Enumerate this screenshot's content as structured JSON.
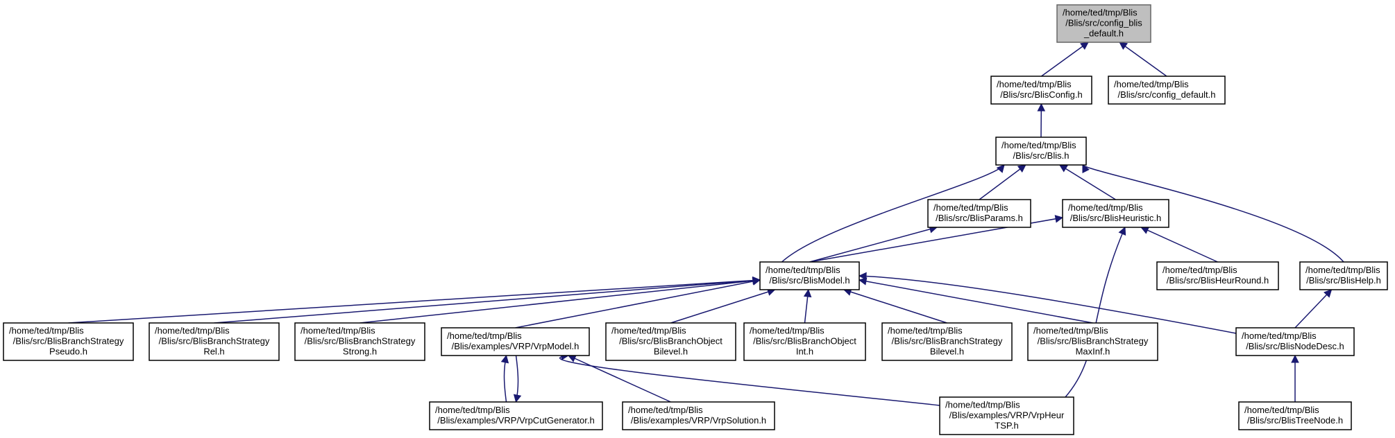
{
  "colors": {
    "edge": "#191970",
    "root_fill": "#bfbfbf",
    "node_fill": "#ffffff",
    "node_border": "#000000"
  },
  "nodes": [
    {
      "id": "config_bis_default",
      "lines": [
        "/home/ted/tmp/Blis",
        "/Blis/src/config_blis",
        "_default.h"
      ],
      "root": true
    },
    {
      "id": "BlisConfig",
      "lines": [
        "/home/ted/tmp/Blis",
        "/Blis/src/BlisConfig.h"
      ]
    },
    {
      "id": "config_default",
      "lines": [
        "/home/ted/tmp/Blis",
        "/Blis/src/config_default.h"
      ]
    },
    {
      "id": "Blis",
      "lines": [
        "/home/ted/tmp/Blis",
        "/Blis/src/Blis.h"
      ]
    },
    {
      "id": "BlisParams",
      "lines": [
        "/home/ted/tmp/Blis",
        "/Blis/src/BlisParams.h"
      ]
    },
    {
      "id": "BlisHeuristic",
      "lines": [
        "/home/ted/tmp/Blis",
        "/Blis/src/BlisHeuristic.h"
      ]
    },
    {
      "id": "BlisModel",
      "lines": [
        "/home/ted/tmp/Blis",
        "/Blis/src/BlisModel.h"
      ]
    },
    {
      "id": "BlisHeurRound",
      "lines": [
        "/home/ted/tmp/Blis",
        "/Blis/src/BlisHeurRound.h"
      ]
    },
    {
      "id": "BlisHelp",
      "lines": [
        "/home/ted/tmp/Blis",
        "/Blis/src/BlisHelp.h"
      ]
    },
    {
      "id": "BranchPseudo",
      "lines": [
        "/home/ted/tmp/Blis",
        "/Blis/src/BlisBranchStrategy",
        "Pseudo.h"
      ]
    },
    {
      "id": "BranchRel",
      "lines": [
        "/home/ted/tmp/Blis",
        "/Blis/src/BlisBranchStrategy",
        "Rel.h"
      ]
    },
    {
      "id": "BranchStrong",
      "lines": [
        "/home/ted/tmp/Blis",
        "/Blis/src/BlisBranchStrategy",
        "Strong.h"
      ]
    },
    {
      "id": "VrpModel",
      "lines": [
        "/home/ted/tmp/Blis",
        "/Blis/examples/VRP/VrpModel.h"
      ]
    },
    {
      "id": "ObjBilevel",
      "lines": [
        "/home/ted/tmp/Blis",
        "/Blis/src/BlisBranchObject",
        "Bilevel.h"
      ]
    },
    {
      "id": "ObjInt",
      "lines": [
        "/home/ted/tmp/Blis",
        "/Blis/src/BlisBranchObject",
        "Int.h"
      ]
    },
    {
      "id": "StratBilevel",
      "lines": [
        "/home/ted/tmp/Blis",
        "/Blis/src/BlisBranchStrategy",
        "Bilevel.h"
      ]
    },
    {
      "id": "StratMaxInf",
      "lines": [
        "/home/ted/tmp/Blis",
        "/Blis/src/BlisBranchStrategy",
        "MaxInf.h"
      ]
    },
    {
      "id": "NodeDesc",
      "lines": [
        "/home/ted/tmp/Blis",
        "/Blis/src/BlisNodeDesc.h"
      ]
    },
    {
      "id": "VrpCutGen",
      "lines": [
        "/home/ted/tmp/Blis",
        "/Blis/examples/VRP/VrpCutGenerator.h"
      ]
    },
    {
      "id": "VrpSolution",
      "lines": [
        "/home/ted/tmp/Blis",
        "/Blis/examples/VRP/VrpSolution.h"
      ]
    },
    {
      "id": "VrpHeurTSP",
      "lines": [
        "/home/ted/tmp/Blis",
        "/Blis/examples/VRP/VrpHeur",
        "TSP.h"
      ]
    },
    {
      "id": "TreeNode",
      "lines": [
        "/home/ted/tmp/Blis",
        "/Blis/src/BlisTreeNode.h"
      ]
    }
  ],
  "edges": [
    [
      "BlisConfig",
      "config_bis_default"
    ],
    [
      "config_default",
      "config_bis_default"
    ],
    [
      "Blis",
      "BlisConfig"
    ],
    [
      "BlisParams",
      "Blis"
    ],
    [
      "BlisHeuristic",
      "Blis"
    ],
    [
      "BlisModel",
      "Blis"
    ],
    [
      "BlisHelp",
      "Blis"
    ],
    [
      "BlisModel",
      "BlisParams"
    ],
    [
      "BlisModel",
      "BlisHeuristic"
    ],
    [
      "BlisHeurRound",
      "BlisHeuristic"
    ],
    [
      "VrpHeurTSP",
      "BlisHeuristic"
    ],
    [
      "NodeDesc",
      "BlisHelp"
    ],
    [
      "BranchPseudo",
      "BlisModel"
    ],
    [
      "BranchRel",
      "BlisModel"
    ],
    [
      "BranchStrong",
      "BlisModel"
    ],
    [
      "VrpModel",
      "BlisModel"
    ],
    [
      "ObjBilevel",
      "BlisModel"
    ],
    [
      "ObjInt",
      "BlisModel"
    ],
    [
      "StratBilevel",
      "BlisModel"
    ],
    [
      "StratMaxInf",
      "BlisModel"
    ],
    [
      "NodeDesc",
      "BlisModel"
    ],
    [
      "TreeNode",
      "NodeDesc"
    ],
    [
      "VrpCutGen",
      "VrpModel"
    ],
    [
      "VrpModel",
      "VrpCutGen"
    ],
    [
      "VrpSolution",
      "VrpModel"
    ],
    [
      "VrpHeurTSP",
      "VrpModel"
    ]
  ]
}
